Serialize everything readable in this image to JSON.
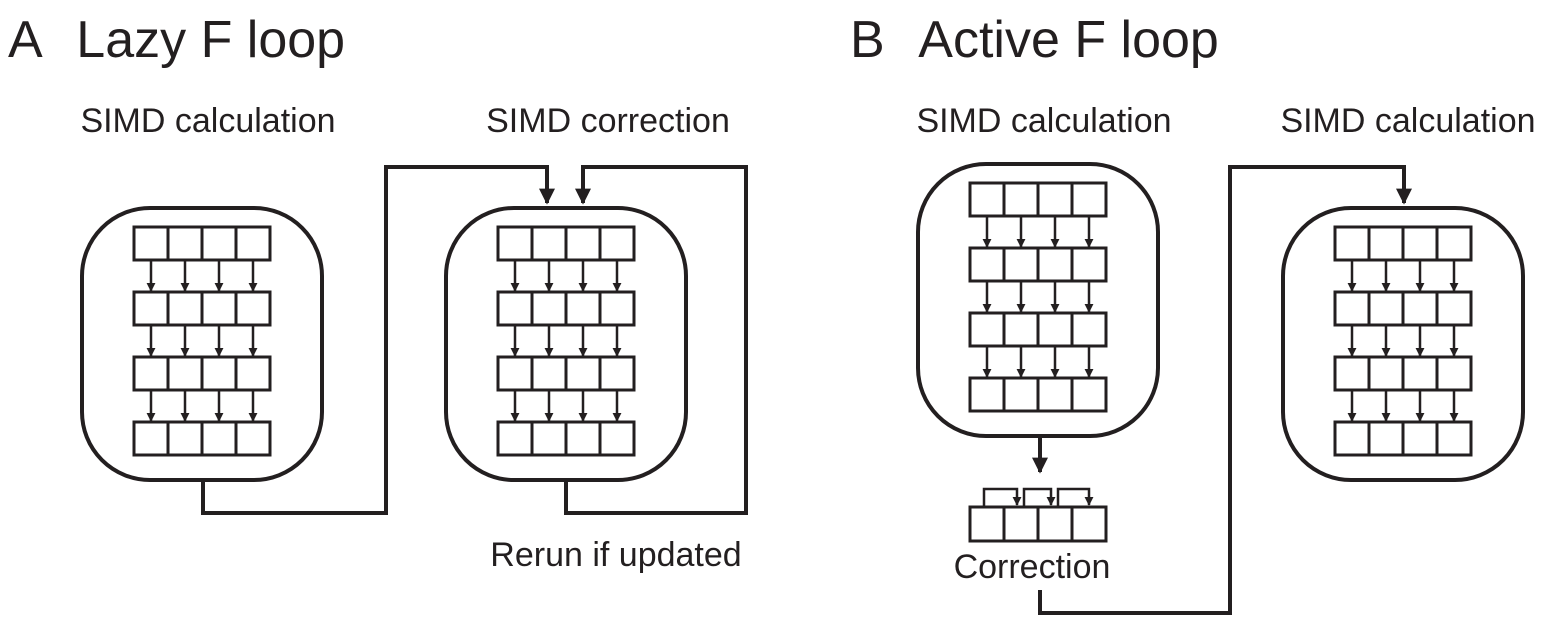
{
  "panels": [
    {
      "letter": "A",
      "title": "Lazy F loop",
      "left_label": "SIMD calculation",
      "right_label": "SIMD correction",
      "loop_label": "Rerun if updated"
    },
    {
      "letter": "B",
      "title": "Active F loop",
      "left_label": "SIMD calculation",
      "right_label": "SIMD calculation",
      "correction_label": "Correction"
    }
  ],
  "colors": {
    "ink": "#231f20",
    "background": "#ffffff"
  }
}
